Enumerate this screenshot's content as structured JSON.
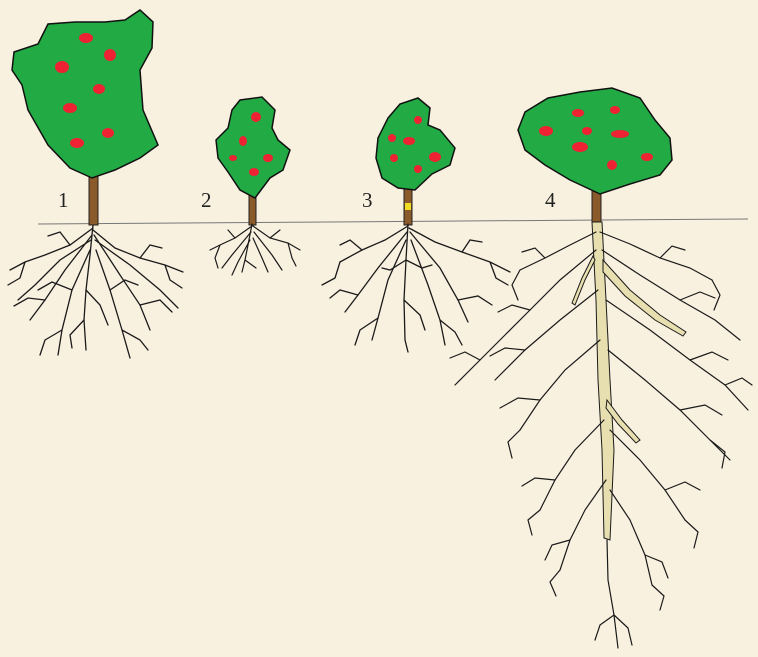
{
  "trees": [
    {
      "label": "1"
    },
    {
      "label": "2"
    },
    {
      "label": "3"
    },
    {
      "label": "4"
    }
  ],
  "colors": {
    "background": "#f9f1e0",
    "crown": "#22aa44",
    "fruit": "#ee2233",
    "trunk": "#8b5a2b",
    "root": "#1a1a1a",
    "taproot": "#e8dfb0",
    "ground": "#777777"
  }
}
